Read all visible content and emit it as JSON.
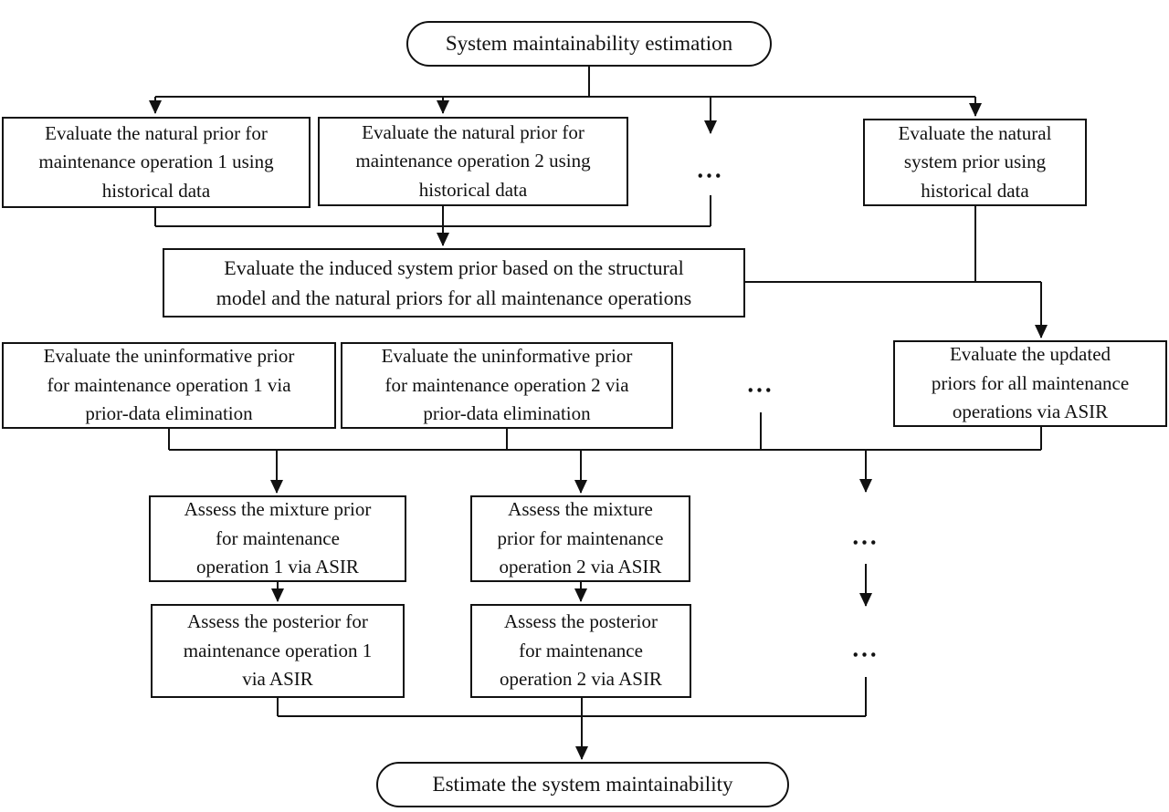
{
  "type": "flowchart",
  "colors": {
    "line": "#111111",
    "box_border": "#111111",
    "box_background": "#ffffff",
    "page_background": "#ffffff"
  },
  "nodes": {
    "start": {
      "label": "System maintainability estimation",
      "shape": "terminal"
    },
    "natural_prior_op1": {
      "label": "Evaluate the natural prior for\nmaintenance operation 1 using\nhistorical data",
      "shape": "process"
    },
    "natural_prior_op2": {
      "label": "Evaluate the natural prior for\nmaintenance operation 2 using\nhistorical data",
      "shape": "process"
    },
    "row1_ellipsis": {
      "label": "...",
      "shape": "ellipsis"
    },
    "natural_system_prior": {
      "label": "Evaluate the natural\nsystem prior using\nhistorical data",
      "shape": "process"
    },
    "induced_system_prior": {
      "label": "Evaluate the induced system prior based on the structural\nmodel and the natural priors for all maintenance operations",
      "shape": "process"
    },
    "uninformative_prior_op1": {
      "label": "Evaluate the uninformative prior\nfor maintenance operation 1 via\nprior-data elimination",
      "shape": "process"
    },
    "uninformative_prior_op2": {
      "label": "Evaluate the uninformative prior\nfor maintenance operation 2 via\nprior-data elimination",
      "shape": "process"
    },
    "row3_ellipsis": {
      "label": "...",
      "shape": "ellipsis"
    },
    "updated_priors": {
      "label": "Evaluate the updated\npriors for all maintenance\noperations via ASIR",
      "shape": "process"
    },
    "mixture_prior_op1": {
      "label": "Assess the mixture prior\nfor maintenance\noperation 1 via ASIR",
      "shape": "process"
    },
    "mixture_prior_op2": {
      "label": "Assess the mixture\nprior for maintenance\noperation 2 via ASIR",
      "shape": "process"
    },
    "row4_ellipsis": {
      "label": "...",
      "shape": "ellipsis"
    },
    "posterior_op1": {
      "label": "Assess the posterior for\nmaintenance operation 1\nvia ASIR",
      "shape": "process"
    },
    "posterior_op2": {
      "label": "Assess the posterior\nfor maintenance\noperation 2 via ASIR",
      "shape": "process"
    },
    "row5_ellipsis": {
      "label": "...",
      "shape": "ellipsis"
    },
    "end": {
      "label": "Estimate the system maintainability",
      "shape": "terminal"
    }
  },
  "edges": [
    {
      "from": "start",
      "to": "natural_prior_op1"
    },
    {
      "from": "start",
      "to": "natural_prior_op2"
    },
    {
      "from": "start",
      "to": "row1_ellipsis"
    },
    {
      "from": "start",
      "to": "natural_system_prior"
    },
    {
      "from": "natural_prior_op1",
      "to": "induced_system_prior"
    },
    {
      "from": "natural_prior_op2",
      "to": "induced_system_prior"
    },
    {
      "from": "row1_ellipsis",
      "to": "induced_system_prior"
    },
    {
      "from": "natural_system_prior",
      "to": "updated_priors"
    },
    {
      "from": "induced_system_prior",
      "to": "updated_priors"
    },
    {
      "from": "uninformative_prior_op1",
      "to": "mixture_prior_op1"
    },
    {
      "from": "uninformative_prior_op2",
      "to": "mixture_prior_op2"
    },
    {
      "from": "row3_ellipsis",
      "to": "row4_ellipsis"
    },
    {
      "from": "updated_priors",
      "to": "mixture_prior_op1"
    },
    {
      "from": "updated_priors",
      "to": "mixture_prior_op2"
    },
    {
      "from": "mixture_prior_op1",
      "to": "posterior_op1"
    },
    {
      "from": "mixture_prior_op2",
      "to": "posterior_op2"
    },
    {
      "from": "row4_ellipsis",
      "to": "row5_ellipsis"
    },
    {
      "from": "posterior_op1",
      "to": "end"
    },
    {
      "from": "posterior_op2",
      "to": "end"
    },
    {
      "from": "row5_ellipsis",
      "to": "end"
    }
  ]
}
